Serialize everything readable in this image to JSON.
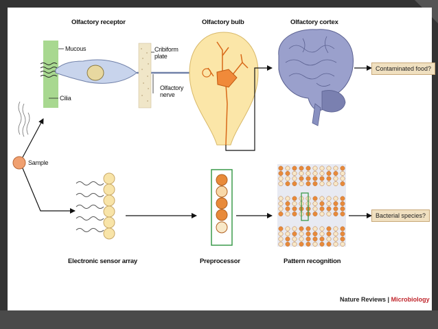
{
  "labels": {
    "olfactory_receptor": "Olfactory receptor",
    "olfactory_bulb": "Olfactory bulb",
    "olfactory_cortex": "Olfactory cortex",
    "mucous": "Mucous",
    "cilia": "Cilia",
    "cribiform_plate": "Cribiform\nplate",
    "olfactory_nerve": "Olfactory\nnerve",
    "sample": "Sample",
    "electronic_sensor_array": "Electronic sensor array",
    "preprocessor": "Preprocessor",
    "pattern_recognition": "Pattern recognition"
  },
  "outputs": {
    "top": "Contaminated food?",
    "bottom": "Bacterial species?"
  },
  "credit": {
    "journal": "Nature Reviews",
    "separator": "|",
    "section": "Microbiology"
  },
  "colors": {
    "receptor_green": "#a8d890",
    "cell_blue": "#c8d4ec",
    "bulb_yellow": "#fbe6a8",
    "neuron_orange": "#f08a3a",
    "brain_purple": "#9aa0cc",
    "bead_yellow": "#f8e4a8",
    "sample_orange": "#f0a070",
    "box_tan": "#f0e0c0",
    "accent_red": "#c0262c"
  }
}
